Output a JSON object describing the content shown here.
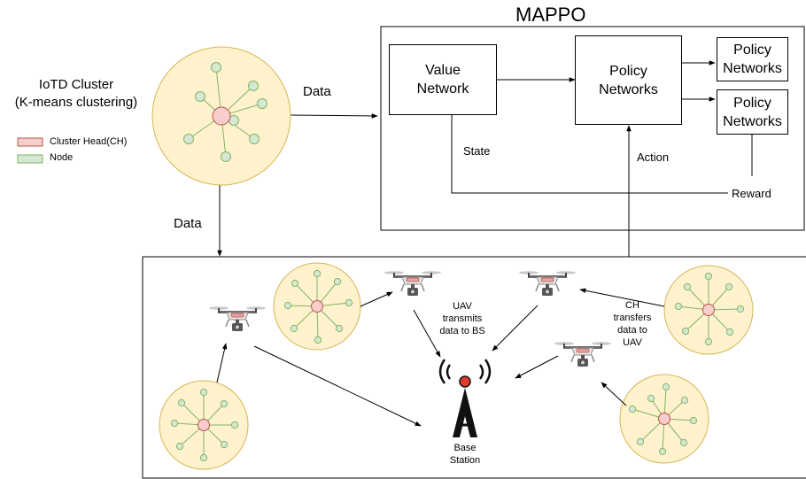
{
  "mappo": {
    "title": "MAPPO",
    "value_network": [
      "Value",
      "Network"
    ],
    "policy_networks_main": [
      "Policy",
      "Networks"
    ],
    "policy_networks_top": [
      "Policy",
      "Networks"
    ],
    "policy_networks_bottom": [
      "Policy",
      "Networks"
    ],
    "state_label": "State",
    "action_label": "Action",
    "reward_label": "Reward"
  },
  "cluster": {
    "title": [
      "IoTD Cluster",
      "(K-means clustering)"
    ],
    "data_right_label": "Data",
    "data_down_label": "Data"
  },
  "legend": {
    "items": [
      {
        "label": "Cluster Head(CH)",
        "fill": "#f8cecc",
        "stroke": "#b85450"
      },
      {
        "label": "Node",
        "fill": "#d5e8d4",
        "stroke": "#82b366"
      }
    ]
  },
  "environment": {
    "uav_text": [
      "UAV",
      "transmits",
      "data to BS"
    ],
    "ch_text": [
      "CH",
      "transfers",
      "data to",
      "UAV"
    ],
    "base_station": [
      "Base",
      "Station"
    ]
  },
  "colors": {
    "cluster_fill": "#fff2cc",
    "cluster_stroke": "#d6b656",
    "ch_fill": "#f8cecc",
    "ch_stroke": "#b85450",
    "node_fill": "#d5e8d4",
    "node_stroke": "#82b366",
    "link": "#82b366"
  }
}
